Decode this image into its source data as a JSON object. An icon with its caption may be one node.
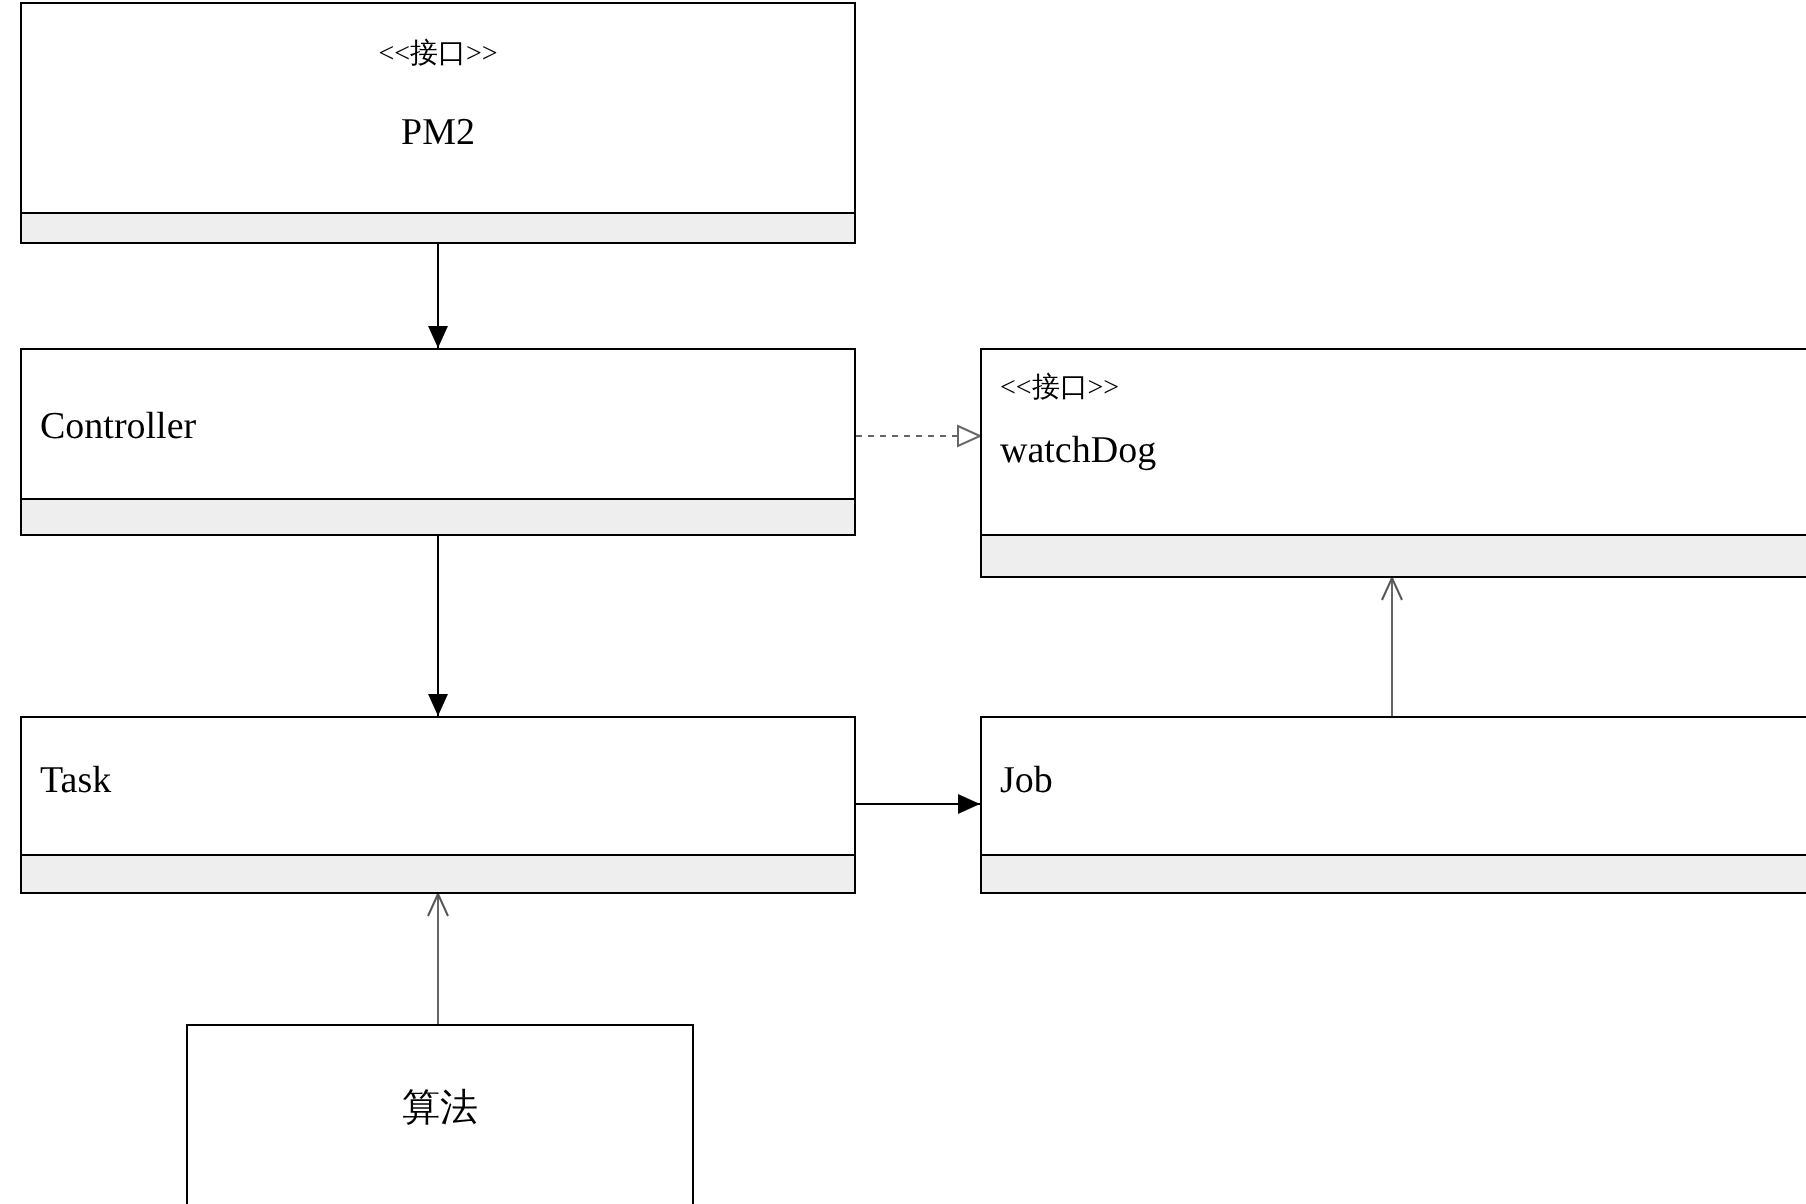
{
  "diagram": {
    "nodes": [
      {
        "text": [
          "<<接口>>",
          "PM2"
        ]
      },
      {
        "text": [
          "Controller"
        ]
      },
      {
        "text": [
          "<<接口>>",
          "watchDog"
        ]
      },
      {
        "text": [
          "Task"
        ]
      },
      {
        "text": [
          "Job"
        ]
      },
      {
        "text": [
          "算法"
        ]
      }
    ],
    "edges": [
      {
        "from": 0,
        "to": 1,
        "arrow": "to"
      },
      {
        "from": 1,
        "to": 2,
        "arrow": "to",
        "style": "dashed",
        "color": "#666666"
      },
      {
        "from": 1,
        "to": 3,
        "arrow": "to"
      },
      {
        "from": 3,
        "to": 4,
        "arrow": "to"
      },
      {
        "from": 4,
        "to": 2,
        "arrow": "to",
        "color": "#666666"
      },
      {
        "from": 5,
        "to": 3,
        "arrow": "to",
        "color": "#666666"
      }
    ]
  }
}
